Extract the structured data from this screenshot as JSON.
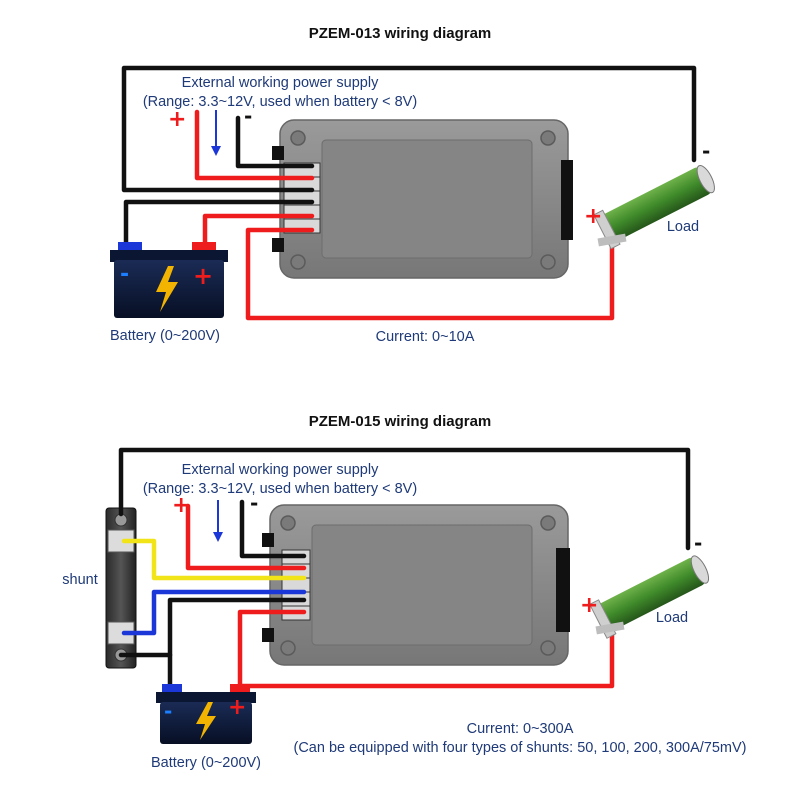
{
  "diagram1": {
    "title": "PZEM-013 wiring diagram",
    "supply_line1": "External working power supply",
    "supply_line2": "(Range: 3.3~12V, used when battery < 8V)",
    "supply_plus": "+",
    "supply_minus": "-",
    "battery_label": "Battery (0~200V)",
    "battery_minus": "-",
    "battery_plus": "+",
    "load_label": "Load",
    "load_plus": "+",
    "load_minus": "-",
    "current_label": "Current: 0~10A"
  },
  "diagram2": {
    "title": "PZEM-015 wiring diagram",
    "supply_line1": "External working power supply",
    "supply_line2": "(Range: 3.3~12V, used when battery < 8V)",
    "supply_plus": "+",
    "supply_minus": "-",
    "battery_label": "Battery (0~200V)",
    "battery_minus": "-",
    "battery_plus": "+",
    "shunt_label": "shunt",
    "load_label": "Load",
    "load_plus": "+",
    "load_minus": "-",
    "current_label": "Current: 0~300A",
    "shunt_note": "(Can be equipped with four types of shunts: 50, 100, 200, 300A/75mV)"
  },
  "colors": {
    "wire_red": "#ee1c1c",
    "wire_black": "#111111",
    "wire_blue": "#1c37d8",
    "wire_yellow": "#f1e51a",
    "meter_body": "#8a8a8a",
    "battery_body": "#0d1a3a",
    "bolt": "#f2b400",
    "load_resistor": "#3f8a2a",
    "text_blue": "#1f3a78"
  },
  "icons": [
    "battery-icon",
    "lightning-bolt-icon",
    "resistor-load-icon",
    "shunt-icon",
    "meter-module-icon"
  ]
}
